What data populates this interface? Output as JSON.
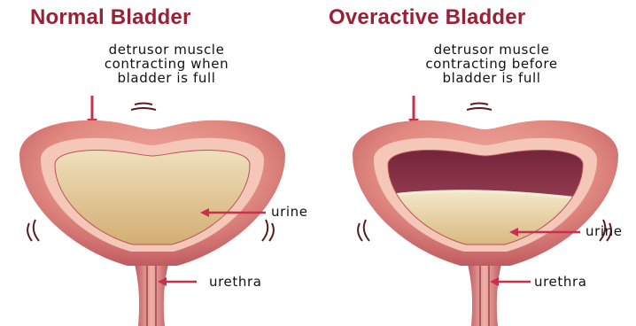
{
  "normal": {
    "title": "Normal Bladder",
    "description": [
      "detrusor muscle",
      "contracting when",
      "bladder is full"
    ],
    "urine_label": "urine",
    "urethra_label": "urethra"
  },
  "overactive": {
    "title": "Overactive Bladder",
    "description": [
      "detrusor muscle",
      "contracting before",
      "bladder  is full"
    ],
    "urine_label": "urine",
    "urethra_label": "urethra"
  },
  "colors": {
    "title": "#9b1f35",
    "muscle": "#e08880",
    "muscle_dark": "#b9525a",
    "inner_wall": "#f4c7b8",
    "urine": "#d9b980",
    "urine_light": "#efe0bd",
    "empty_cavity": "#8a3148",
    "arrow": "#c8304e"
  }
}
